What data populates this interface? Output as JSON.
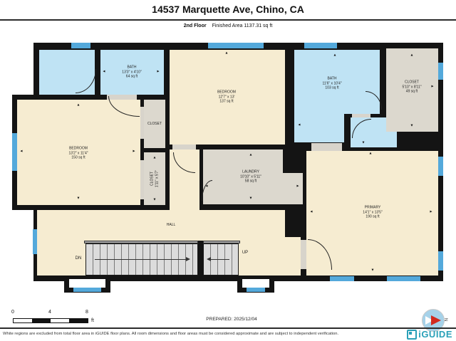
{
  "header": {
    "title": "14537 Marquette Ave, Chino, CA",
    "floor_label": "2nd Floor",
    "finished_area": "Finished Area 1137.31 sq ft"
  },
  "rooms": {
    "bath_left": {
      "name": "BATH",
      "dims": "13'3\" x 4'10\"",
      "area": "64 sq ft"
    },
    "bedroom_center": {
      "name": "BEDROOM",
      "dims": "12'7\" x 13'",
      "area": "137 sq ft"
    },
    "bath_right": {
      "name": "BATH",
      "dims": "11'6\" x 10'4\"",
      "area": "103 sq ft"
    },
    "closet_right": {
      "name": "CLOSET",
      "dims": "5'10\" x 8'11\"",
      "area": "49 sq ft"
    },
    "closet_small": {
      "name": "CLOSET"
    },
    "closet_vertical": {
      "name": "CLOSET",
      "dims": "1'11\" x 5'7\""
    },
    "bedroom_left": {
      "name": "BEDROOM",
      "dims": "13'2\" x 11'4\"",
      "area": "150 sq ft"
    },
    "laundry": {
      "name": "LAUNDRY",
      "dims": "10'10\" x 5'11\"",
      "area": "58 sq ft"
    },
    "primary": {
      "name": "PRIMARY",
      "dims": "14'1\" x 13'5\"",
      "area": "190 sq ft"
    },
    "hall": {
      "name": "HALL"
    }
  },
  "stairs": {
    "down_label": "DN",
    "up_label": "UP"
  },
  "scale_bar": {
    "tick_0": "0",
    "tick_4": "4",
    "tick_8": "8",
    "unit": "ft"
  },
  "compass": {
    "north_label": "N"
  },
  "footer": {
    "prepared": "PREPARED: 2025/12/04",
    "disclaimer": "White regions are excluded from total floor area in iGUIDE floor plans. All room dimensions and floor areas must be considered approximate and are subject to independent verification.",
    "brand": "iGUIDE"
  },
  "glyphs": {
    "up": "▲",
    "down": "▼",
    "left": "◄",
    "right": "►"
  },
  "colors": {
    "floor_cream": "#F6ECD1",
    "bath_blue": "#BFE3F4",
    "closet_gray": "#DCD8CE",
    "window_blue": "#54A9DB",
    "wall_black": "#141414",
    "brand_teal": "#2AA0B8",
    "compass_red": "#D22B1F"
  }
}
